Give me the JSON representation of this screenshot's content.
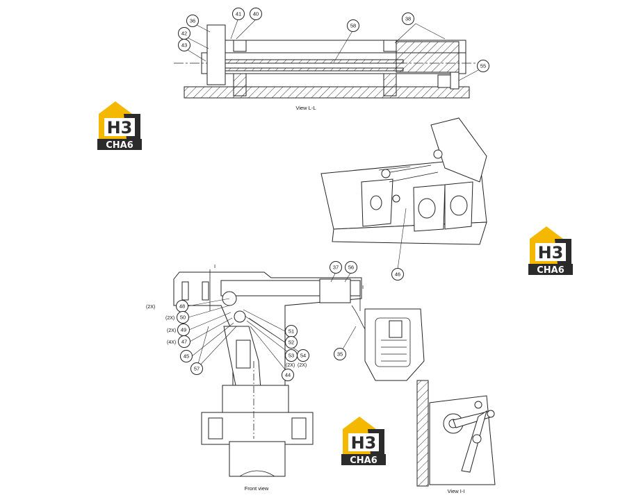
{
  "views": {
    "view_ll": "View L-L",
    "front": "Front view",
    "view_ii": "View I-I",
    "section_mark": "I"
  },
  "callouts": [
    {
      "id": "c36a",
      "n": "36"
    },
    {
      "id": "c42",
      "n": "42"
    },
    {
      "id": "c43",
      "n": "43"
    },
    {
      "id": "c41",
      "n": "41"
    },
    {
      "id": "c40",
      "n": "40"
    },
    {
      "id": "c58",
      "n": "58"
    },
    {
      "id": "c38",
      "n": "38"
    },
    {
      "id": "c55",
      "n": "55"
    },
    {
      "id": "c46",
      "n": "46"
    },
    {
      "id": "c37",
      "n": "37"
    },
    {
      "id": "c56",
      "n": "56"
    },
    {
      "id": "c48",
      "n": "48"
    },
    {
      "id": "c50",
      "n": "50"
    },
    {
      "id": "c49",
      "n": "49"
    },
    {
      "id": "c47",
      "n": "47"
    },
    {
      "id": "c45",
      "n": "45"
    },
    {
      "id": "c57",
      "n": "57"
    },
    {
      "id": "c51",
      "n": "51"
    },
    {
      "id": "c52",
      "n": "52"
    },
    {
      "id": "c53",
      "n": "53"
    },
    {
      "id": "c54",
      "n": "54"
    },
    {
      "id": "c44",
      "n": "44"
    },
    {
      "id": "c35",
      "n": "35"
    }
  ],
  "multipliers": {
    "m48": "(2X)",
    "m50": "(2X)",
    "m49": "(2X)",
    "m47": "(4X)",
    "m53": "(2X)",
    "m54": "(2X)"
  },
  "logo": {
    "top": "H3",
    "bottom": "CHA6",
    "accent": "#f5b800",
    "dark": "#2b2b2b"
  }
}
